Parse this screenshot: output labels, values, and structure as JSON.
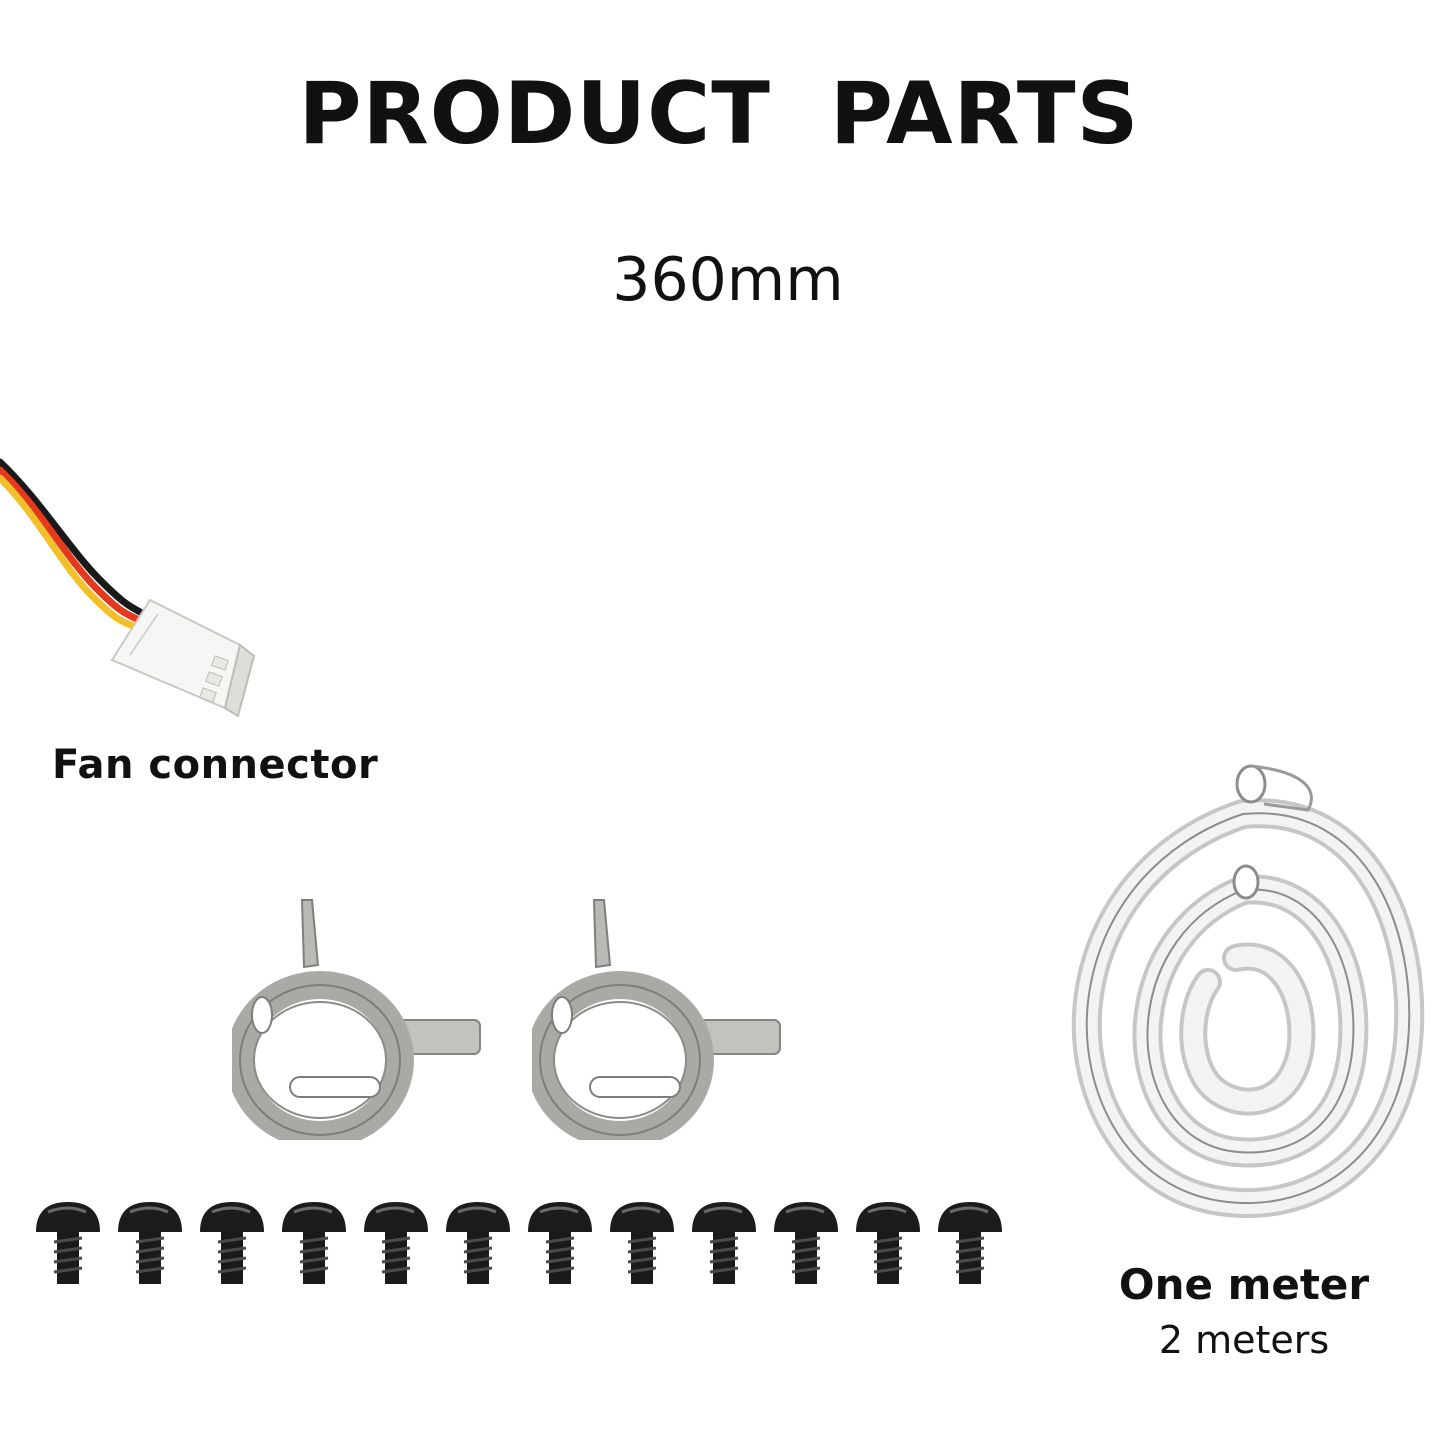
{
  "header": {
    "title": "PRODUCT  PARTS",
    "size": "360mm"
  },
  "parts": {
    "fan_connector": {
      "label": "Fan connector",
      "icon": "fan-connector-icon",
      "wire_colors": [
        "#1a1a1a",
        "#e33a1f",
        "#f2c02a"
      ]
    },
    "hose_clamps": {
      "count": 2,
      "icon": "hose-clamp-icon"
    },
    "screws": {
      "count": 12,
      "icon": "screw-icon"
    },
    "tube": {
      "label": "One meter",
      "sublabel": "2 meters",
      "icon": "coiled-tube-icon"
    }
  }
}
